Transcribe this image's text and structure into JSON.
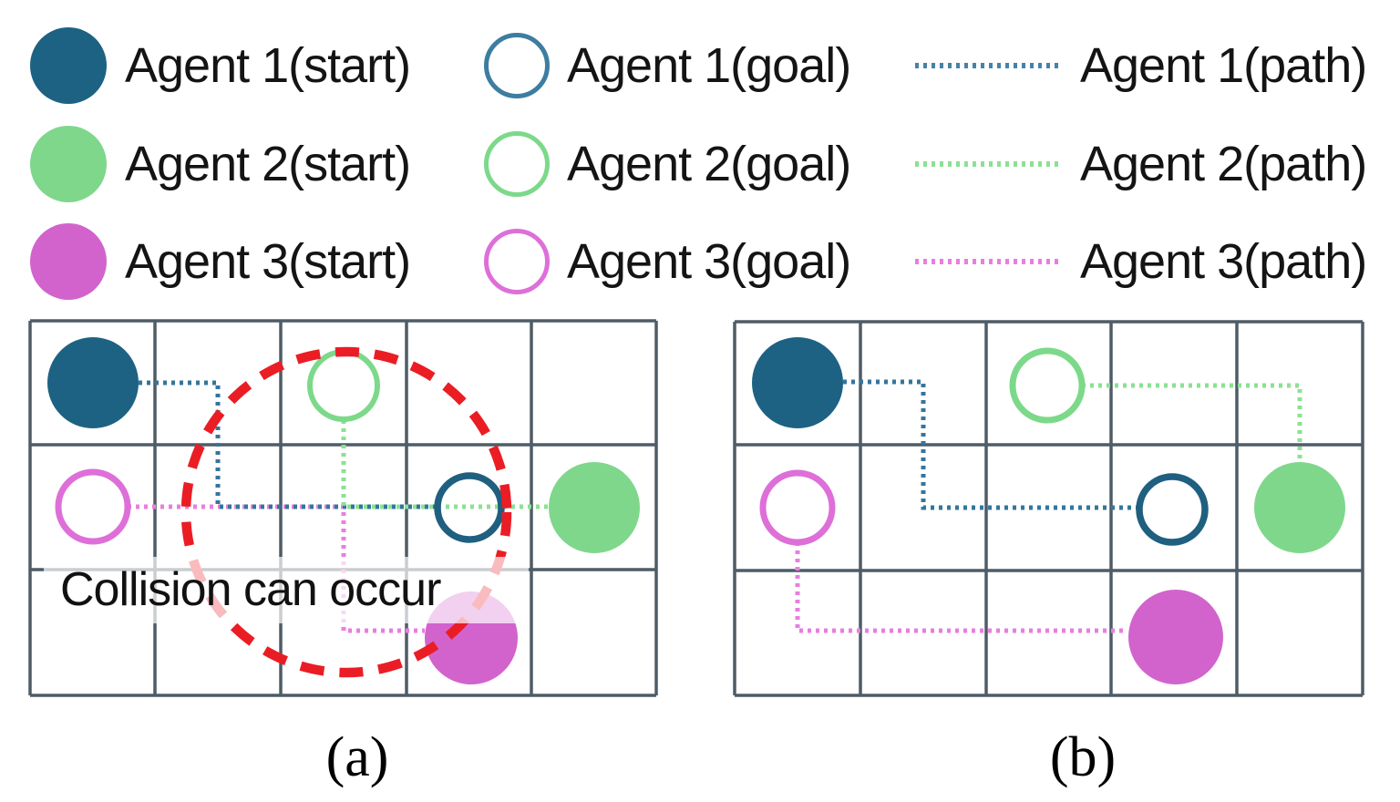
{
  "figure": {
    "legend": {
      "entries": [
        {
          "agent": "Agent 1",
          "start_label": "Agent 1(start)",
          "goal_label": "Agent 1(goal)",
          "path_label": "Agent 1(path)",
          "color": "#1d6282"
        },
        {
          "agent": "Agent 2",
          "start_label": "Agent 2(start)",
          "goal_label": "Agent 2(goal)",
          "path_label": "Agent 2(path)",
          "color": "#7fd78c"
        },
        {
          "agent": "Agent 3",
          "start_label": "Agent 3(start)",
          "goal_label": "Agent 3(goal)",
          "path_label": "Agent 3(path)",
          "color": "#d263cd"
        }
      ]
    },
    "panel_a": {
      "caption": "(a)",
      "annotation": "Collision can occur",
      "grid": {
        "cols": 5,
        "rows": 3
      }
    },
    "panel_b": {
      "caption": "(b)",
      "grid": {
        "cols": 5,
        "rows": 3
      }
    },
    "agents": [
      {
        "name": "Agent 1",
        "start_cell": [
          0,
          0
        ],
        "goal_cell": [
          3,
          1
        ]
      },
      {
        "name": "Agent 2",
        "start_cell": [
          4,
          1
        ],
        "goal_cell": [
          2,
          0
        ]
      },
      {
        "name": "Agent 3",
        "start_cell": [
          3,
          2
        ],
        "goal_cell": [
          0,
          1
        ]
      }
    ],
    "colors": {
      "agent1_fill": "#1d6282",
      "agent2_fill": "#7fd78c",
      "agent3_fill": "#d263cd",
      "agent1_path": "#35759c",
      "agent2_path": "#8be194",
      "agent3_path": "#e87ee0",
      "collision_circle": "#ea1d25",
      "grid_line": "#4e5c66"
    }
  }
}
